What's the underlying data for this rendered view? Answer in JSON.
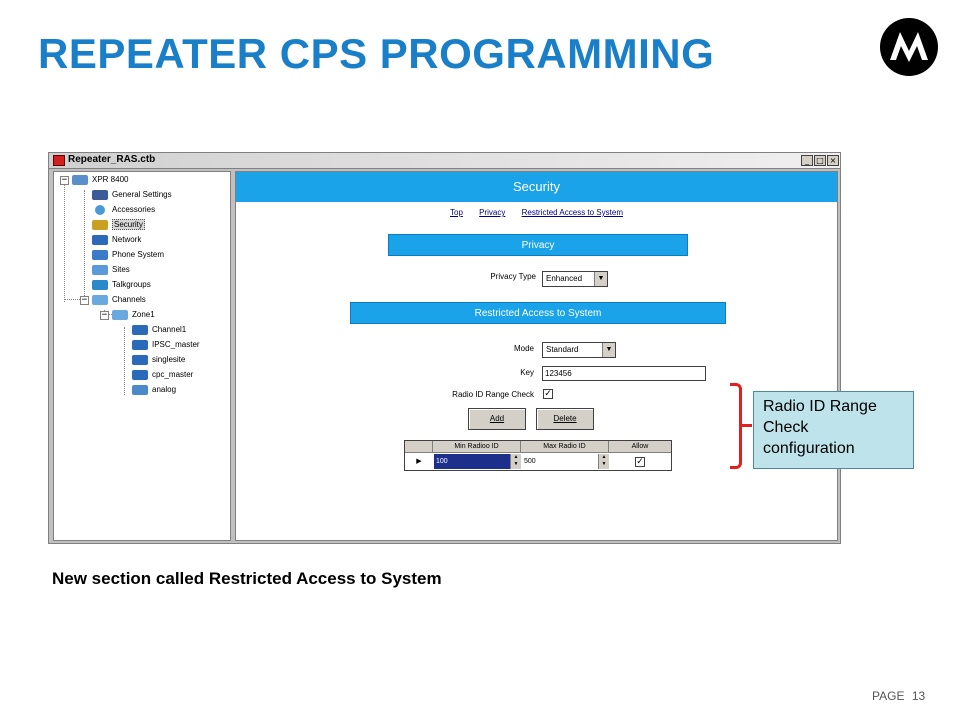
{
  "slide": {
    "title": "REPEATER CPS PROGRAMMING",
    "caption": "New section called Restricted Access to System",
    "page_label": "PAGE",
    "page_number": "13"
  },
  "window": {
    "title": "Repeater_RAS.ctb",
    "buttons": [
      "_",
      "□",
      "×"
    ]
  },
  "tree": {
    "root": "XPR 8400",
    "items": [
      "General Settings",
      "Accessories",
      "Security",
      "Network",
      "Phone System",
      "Sites",
      "Talkgroups",
      "Channels"
    ],
    "zone": "Zone1",
    "channels": [
      "Channel1",
      "IPSC_master",
      "singlesite",
      "cpc_master",
      "analog"
    ],
    "selected": "Security"
  },
  "content": {
    "header": "Security",
    "links": [
      "Top",
      "Privacy",
      "Restricted Access to System"
    ],
    "privacy": {
      "section_title": "Privacy",
      "privacy_type_label": "Privacy Type",
      "privacy_type_value": "Enhanced"
    },
    "ras": {
      "section_title": "Restricted Access to System",
      "mode_label": "Mode",
      "mode_value": "Standard",
      "key_label": "Key",
      "key_value": "123456",
      "range_check_label": "Radio ID Range Check",
      "range_check_checked": true,
      "add_button": "Add",
      "delete_button": "Delete",
      "table": {
        "columns": [
          "Min Radioo ID",
          "Max Radio ID",
          "Allow"
        ],
        "rows": [
          {
            "min": "100",
            "max": "500",
            "allow": true
          }
        ]
      }
    }
  },
  "callout": {
    "text_line1": "Radio ID Range",
    "text_line2": "Check",
    "text_line3": "configuration"
  },
  "colors": {
    "title_blue": "#1a7fc9",
    "section_blue": "#1aa3e8",
    "callout_bg": "#bfe3ea",
    "bracket_red": "#e02020"
  }
}
